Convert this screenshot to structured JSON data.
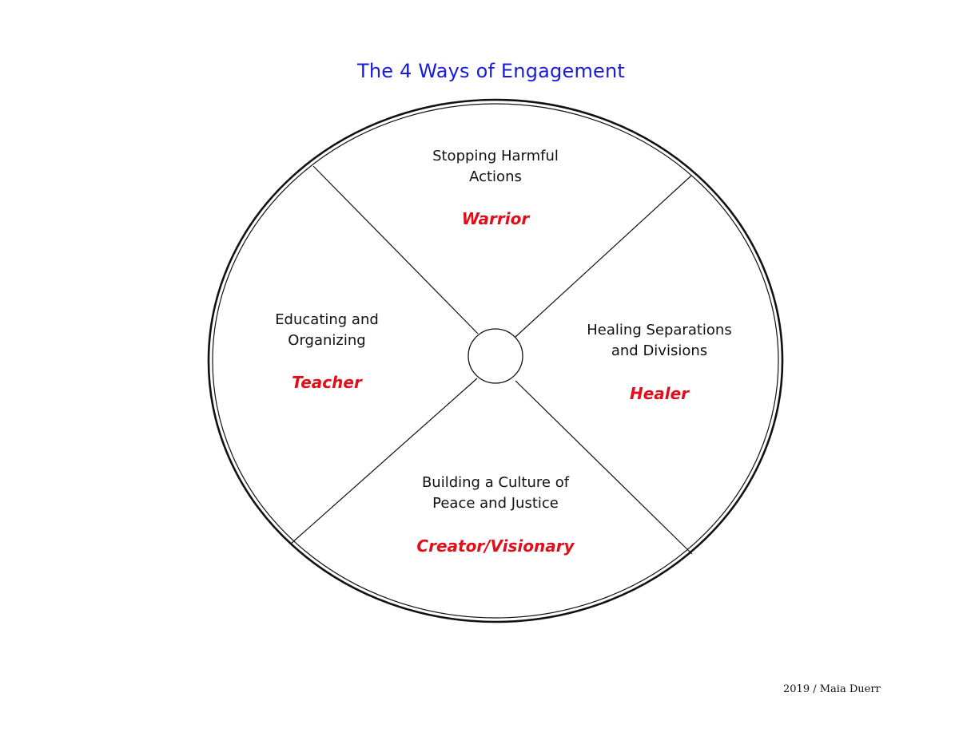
{
  "title": "The 4 Ways of Engagement",
  "credit": "2019 / Maia Duerr",
  "colors": {
    "title": "#1a1adf",
    "role": "#e00f1a",
    "line": "#111111"
  },
  "quadrants": {
    "top": {
      "line1": "Stopping Harmful",
      "line2": "Actions",
      "role": "Warrior"
    },
    "left": {
      "line1": "Educating and",
      "line2": "Organizing",
      "role": "Teacher"
    },
    "right": {
      "line1": "Healing Separations",
      "line2": "and Divisions",
      "role": "Healer"
    },
    "bottom": {
      "line1": "Building a Culture of",
      "line2": "Peace and Justice",
      "role": "Creator/Visionary"
    }
  }
}
